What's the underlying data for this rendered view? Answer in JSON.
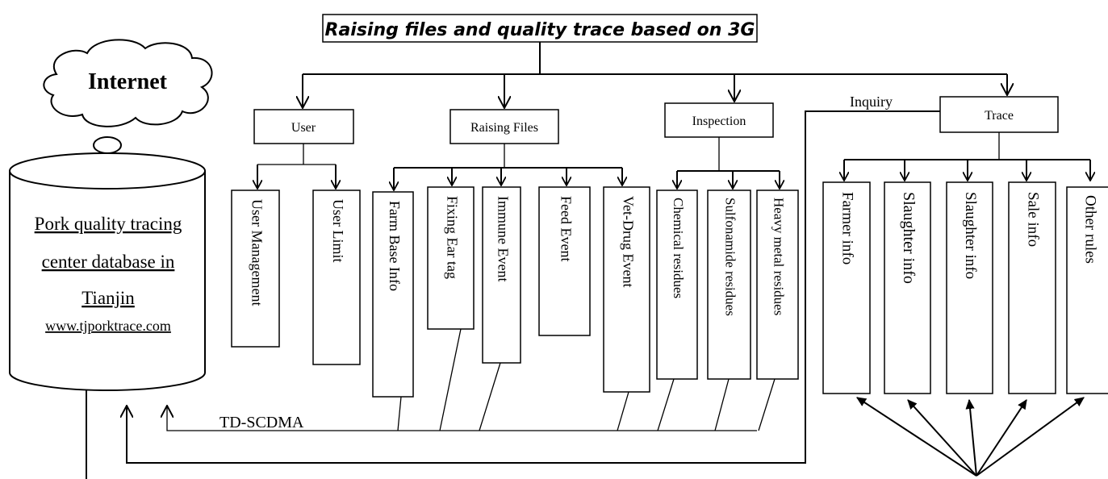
{
  "title": "Raising files and quality trace based on 3G",
  "cloud": {
    "label": "Internet"
  },
  "database": {
    "lines": [
      "Pork quality tracing",
      "center database in",
      "Tianjin"
    ],
    "url": "www.tjporktrace.com"
  },
  "categories": {
    "user": "User",
    "raising": "Raising Files",
    "inspection": "Inspection",
    "trace": "Trace"
  },
  "user_items": [
    "User Management",
    "User Limit"
  ],
  "raising_items": [
    "Farm Base Info",
    "Fixing Ear tag",
    "Immune Event",
    "Feed Event",
    "Vet-Drug Event"
  ],
  "inspection_items": [
    "Chemical residues",
    "Sulfonamide residues",
    "Heavy metal residues"
  ],
  "trace_items": [
    "Farmer info",
    "Slaughter info",
    "Slaughter info",
    "Sale info",
    "Other rules"
  ],
  "labels": {
    "inquiry": "Inquiry",
    "network": "TD-SCDMA"
  },
  "colors": {
    "line": "#000000",
    "background": "#ffffff"
  }
}
